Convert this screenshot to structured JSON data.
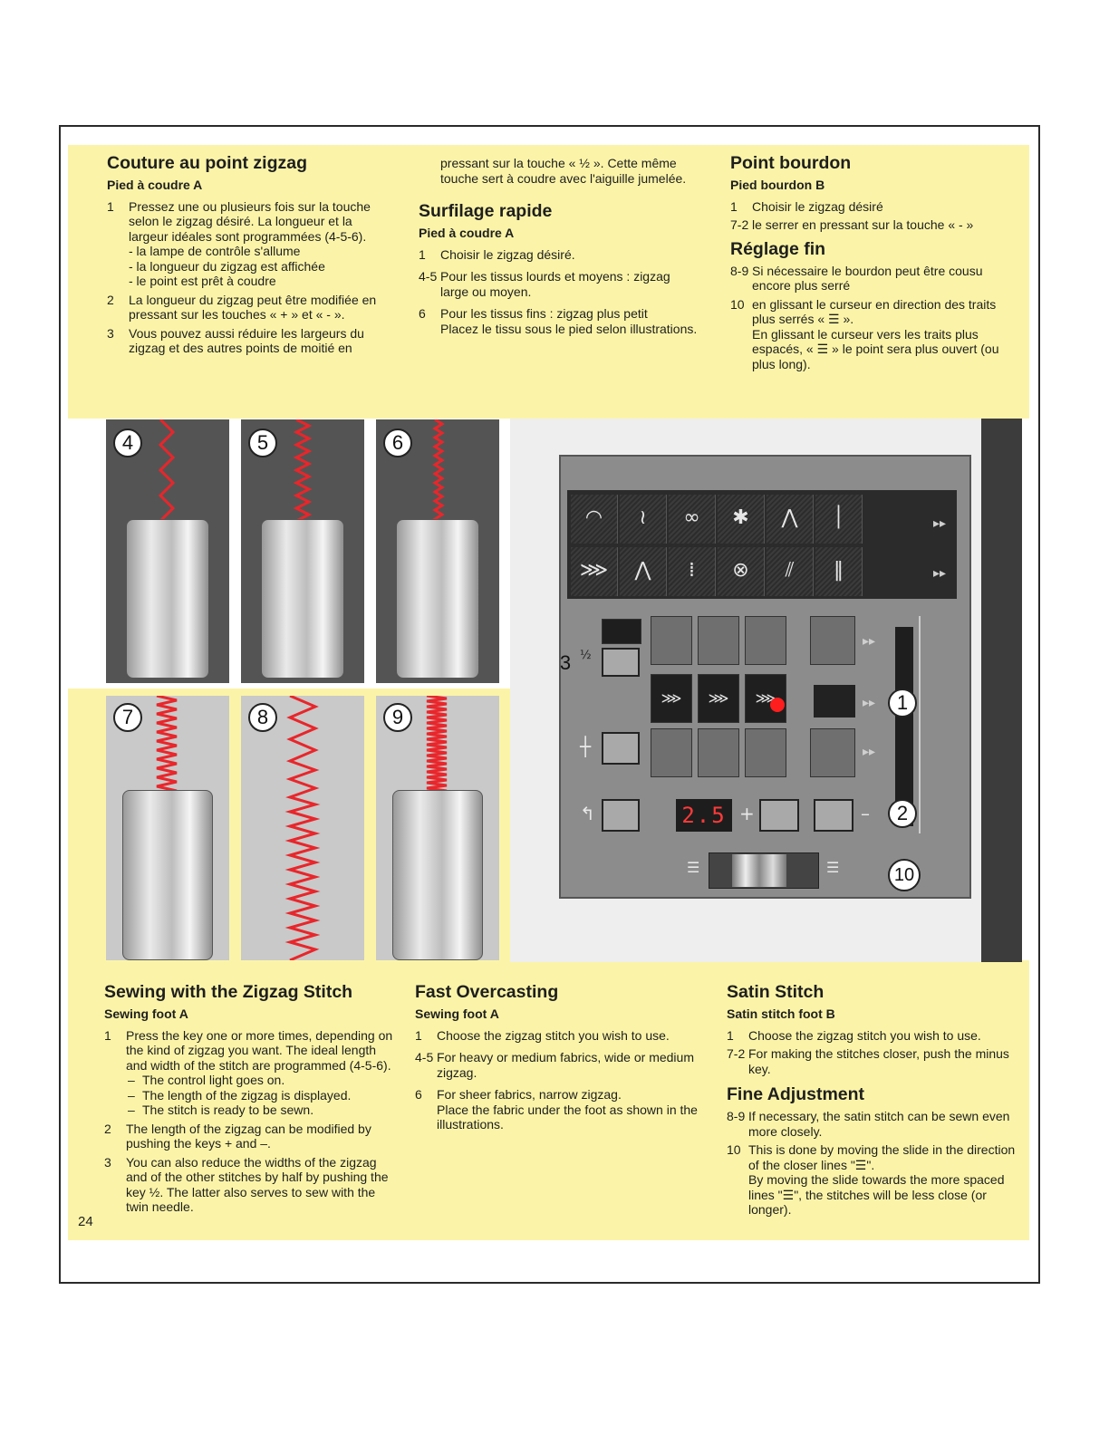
{
  "french": {
    "zigzag": {
      "title": "Couture au point zigzag",
      "foot": "Pied à coudre A",
      "items": [
        {
          "n": "1",
          "lines": [
            "Pressez une ou plusieurs fois sur la touche selon le zigzag désiré. La longueur et la largeur idéales sont programmées (4-5-6).",
            "- la lampe de contrôle s'allume",
            "- la longueur du zigzag est affichée",
            "- le point est prêt à coudre"
          ]
        },
        {
          "n": "2",
          "lines": [
            "La longueur du zigzag peut être modifiée en pressant sur les touches « + » et « - »."
          ]
        },
        {
          "n": "3",
          "lines": [
            "Vous pouvez aussi réduire les largeurs du zigzag et des autres points de moitié en"
          ]
        }
      ]
    },
    "continuation": "pressant sur la touche « ½ ». Cette même touche sert à coudre avec l'aiguille jumelée.",
    "overcast": {
      "title": "Surfilage rapide",
      "foot": "Pied à coudre A",
      "items": [
        {
          "n": "1",
          "lines": [
            "Choisir le zigzag désiré."
          ]
        },
        {
          "n": "4-5",
          "lines": [
            "Pour les tissus lourds et moyens : zigzag large ou moyen."
          ]
        },
        {
          "n": "6",
          "lines": [
            "Pour les tissus fins : zigzag plus petit",
            "Placez le tissu sous le pied selon illustrations."
          ]
        }
      ]
    },
    "satin": {
      "title": "Point bourdon",
      "foot": "Pied bourdon B",
      "items": [
        {
          "n": "1",
          "lines": [
            "Choisir le zigzag désiré"
          ]
        },
        {
          "n": "7-2",
          "lines": [
            "le serrer en pressant sur la touche « - »"
          ]
        }
      ]
    },
    "fine": {
      "title": "Réglage fin",
      "items": [
        {
          "n": "8-9",
          "lines": [
            "Si nécessaire le bourdon peut être cousu encore plus serré"
          ]
        },
        {
          "n": "10",
          "lines": [
            "en glissant le curseur en direction des traits plus serrés « ☰ ».",
            "En glissant le curseur vers les traits plus espacés, « ☰ » le point sera plus ouvert (ou plus long)."
          ]
        }
      ]
    }
  },
  "english": {
    "zigzag": {
      "title": "Sewing with the Zigzag Stitch",
      "foot": "Sewing foot A",
      "items": [
        {
          "n": "1",
          "lines": [
            "Press the key one or more times, depending on the kind of zigzag you want. The ideal length and width of the stitch are programmed (4-5-6)."
          ],
          "dashes": [
            "The control light goes on.",
            "The length of the zigzag is displayed.",
            "The stitch is ready to be sewn."
          ]
        },
        {
          "n": "2",
          "lines": [
            "The length of the zigzag can be modified by pushing the keys + and –."
          ]
        },
        {
          "n": "3",
          "lines": [
            "You can also reduce the widths of the zigzag and of the other stitches by half by pushing the key ½. The latter also serves to sew with the twin needle."
          ]
        }
      ]
    },
    "overcast": {
      "title": "Fast Overcasting",
      "foot": "Sewing foot A",
      "items": [
        {
          "n": "1",
          "lines": [
            "Choose the zigzag stitch you wish to use."
          ]
        },
        {
          "n": "4-5",
          "lines": [
            "For heavy or medium fabrics, wide or medium zigzag."
          ]
        },
        {
          "n": "6",
          "lines": [
            "For sheer fabrics, narrow zigzag.",
            "Place the fabric under the foot as shown in the illustrations."
          ]
        }
      ]
    },
    "satin": {
      "title": "Satin Stitch",
      "foot": "Satin stitch foot B",
      "items": [
        {
          "n": "1",
          "lines": [
            "Choose the zigzag stitch you wish to use."
          ]
        },
        {
          "n": "7-2",
          "lines": [
            "For making the stitches closer, push the minus key."
          ]
        }
      ]
    },
    "fine": {
      "title": "Fine Adjustment",
      "items": [
        {
          "n": "8-9",
          "lines": [
            "If necessary, the satin stitch can be sewn even more closely."
          ]
        },
        {
          "n": "10",
          "lines": [
            "This is done by moving the slide in the direction of the closer lines \"☰\".",
            "By moving the slide towards the more spaced lines \"☰\", the stitches will be less close (or longer)."
          ]
        }
      ]
    }
  },
  "page_number": "24",
  "photos": [
    "4",
    "5",
    "6",
    "7",
    "8",
    "9"
  ],
  "panel": {
    "callouts": [
      "3",
      "1",
      "2",
      "10"
    ],
    "display": "2.5",
    "half_key": "½",
    "plus": "+",
    "minus": "–"
  },
  "colors": {
    "band": "#fbf4a8",
    "stitch_red": "#e8262b",
    "led": "#ff3a3a"
  }
}
